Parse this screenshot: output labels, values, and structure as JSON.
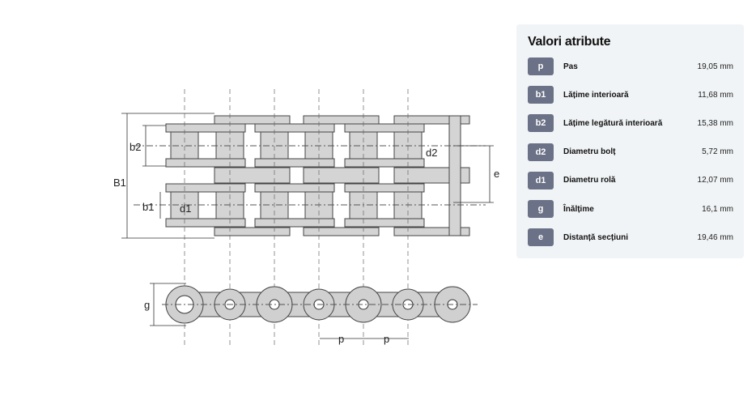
{
  "panel": {
    "title": "Valori atribute",
    "rows": [
      {
        "symbol": "p",
        "name": "Pas",
        "value": "19,05 mm"
      },
      {
        "symbol": "b1",
        "name": "Lățime interioară",
        "value": "11,68 mm"
      },
      {
        "symbol": "b2",
        "name": "Lățime legătură interioară",
        "value": "15,38 mm"
      },
      {
        "symbol": "d2",
        "name": "Diametru bolț",
        "value": "5,72 mm"
      },
      {
        "symbol": "d1",
        "name": "Diametru rolă",
        "value": "12,07 mm"
      },
      {
        "symbol": "g",
        "name": "Înălțime",
        "value": "16,1 mm"
      },
      {
        "symbol": "e",
        "name": "Distanță secțiuni",
        "value": "19,46 mm"
      }
    ]
  },
  "diagram": {
    "labels": {
      "B1": "B1",
      "b2": "b2",
      "b1": "b1",
      "d1": "d1",
      "d2": "d2",
      "e": "e",
      "g": "g",
      "p1": "p",
      "p2": "p"
    }
  }
}
